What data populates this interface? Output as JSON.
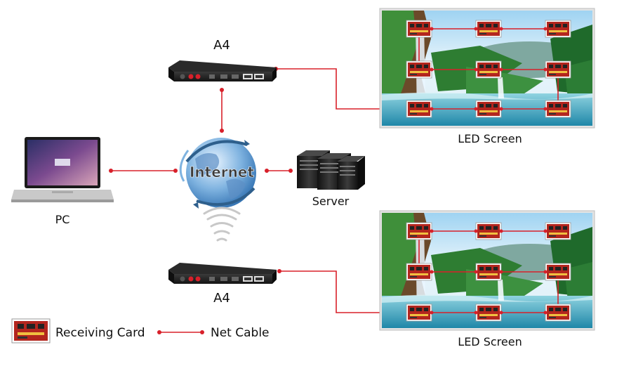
{
  "labels": {
    "controller_top": "A4",
    "controller_bottom": "A4",
    "led_screen_top": "LED Screen",
    "led_screen_bottom": "LED Screen",
    "pc": "PC",
    "server": "Server",
    "internet": "Internet"
  },
  "legend": {
    "receiving_card": "Receiving Card",
    "net_cable": "Net Cable"
  },
  "colors": {
    "cable": "#d8202a",
    "device": "#1e1e1e",
    "globe": "#3a7fc6",
    "water": "#3aa0c0",
    "forest": "#2e7d32",
    "sky": "#cfe8f7",
    "card": "#b3261e"
  },
  "icons": {
    "controller": "controller-device-icon",
    "pc": "laptop-icon",
    "server": "server-icon",
    "internet": "globe-icon",
    "wireless": "wifi-signal-icon",
    "receiving_card": "receiving-card-icon"
  }
}
